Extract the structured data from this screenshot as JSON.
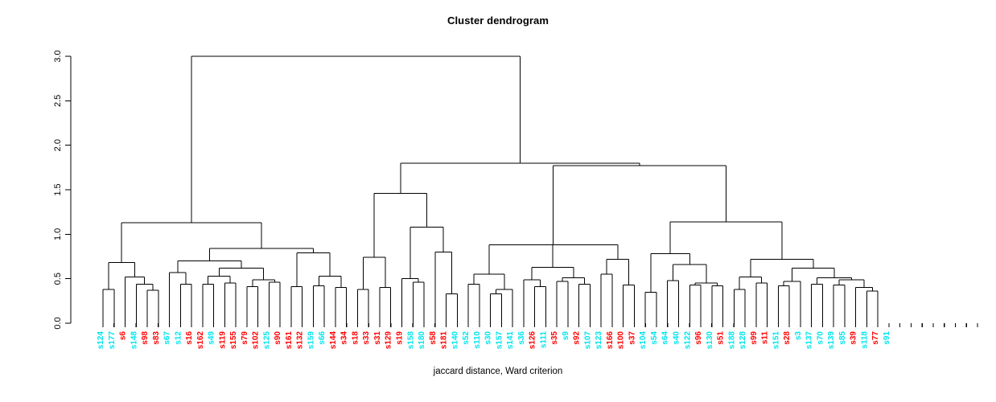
{
  "title": "Cluster dendrogram",
  "xlabel": "jaccard distance, Ward criterion",
  "colors": {
    "cluster_a": "#00e5ee",
    "cluster_b": "#ff0000",
    "line": "#000000",
    "axis": "#000000"
  },
  "chart_data": {
    "type": "dendrogram",
    "title": "Cluster dendrogram",
    "xlabel": "jaccard distance, Ward criterion",
    "ylabel": "",
    "ylim": [
      0.0,
      3.0
    ],
    "yticks": [
      "0.0",
      "0.5",
      "1.0",
      "1.5",
      "2.0",
      "2.5",
      "3.0"
    ],
    "ytick_values": [
      0.0,
      0.5,
      1.0,
      1.5,
      2.0,
      2.5,
      3.0
    ],
    "grid": false,
    "legend": "none",
    "n_leaves": 80,
    "leaf_labels": [
      "s124",
      "s177",
      "s6",
      "s148",
      "s98",
      "s83",
      "s67",
      "s12",
      "s16",
      "s162",
      "s49",
      "s119",
      "s155",
      "s79",
      "s102",
      "s125",
      "s90",
      "s161",
      "s132",
      "s159",
      "s66",
      "s144",
      "s34",
      "s18",
      "s33",
      "s31",
      "s129",
      "s19",
      "s158",
      "s180",
      "s58",
      "s181",
      "s140",
      "s52",
      "s110",
      "s30",
      "s157",
      "s141",
      "s36",
      "s126",
      "s111",
      "s35",
      "s9",
      "s92",
      "s107",
      "s123",
      "s166",
      "s100",
      "s37",
      "s104",
      "s54",
      "s64",
      "s40",
      "s122",
      "s96",
      "s130",
      "s51",
      "s188",
      "s128",
      "s99",
      "s11",
      "s151",
      "s28",
      "s3",
      "s137",
      "s70",
      "s139",
      "s85",
      "s39",
      "s118",
      "s77",
      "s91"
    ],
    "leaf_colors": [
      "cyan",
      "cyan",
      "red",
      "cyan",
      "red",
      "red",
      "cyan",
      "cyan",
      "red",
      "red",
      "cyan",
      "red",
      "red",
      "red",
      "red",
      "cyan",
      "red",
      "red",
      "red",
      "cyan",
      "cyan",
      "red",
      "red",
      "red",
      "red",
      "red",
      "red",
      "red",
      "cyan",
      "cyan",
      "red",
      "red",
      "cyan",
      "cyan",
      "cyan",
      "cyan",
      "cyan",
      "cyan",
      "cyan",
      "red",
      "cyan",
      "red",
      "cyan",
      "red",
      "cyan",
      "cyan",
      "red",
      "red",
      "red",
      "cyan",
      "cyan",
      "cyan",
      "cyan",
      "cyan",
      "red",
      "cyan",
      "red",
      "cyan",
      "cyan",
      "red",
      "red",
      "cyan",
      "red",
      "cyan",
      "cyan",
      "cyan",
      "cyan",
      "cyan",
      "red",
      "cyan",
      "red",
      "cyan"
    ],
    "merge_heights": [
      3.0,
      1.8,
      1.77,
      1.46,
      1.14,
      1.13,
      1.08,
      1.02,
      0.89,
      0.88,
      0.84,
      0.8,
      0.79,
      0.74,
      0.72,
      0.7,
      0.68,
      0.66,
      0.63,
      0.62,
      0.58,
      0.56,
      0.55,
      0.54,
      0.53,
      0.52,
      0.51,
      0.5,
      0.49,
      0.48,
      0.47,
      0.46,
      0.45,
      0.44,
      0.43,
      0.42,
      0.41,
      0.4,
      0.38,
      0.36,
      0.35,
      0.34,
      0.33,
      0.32,
      0.3
    ],
    "root_height": 3.0,
    "description": "Hierarchical clustering dendrogram of 80 samples; two coloured leaf groups (cyan and red) mixed across branches."
  },
  "tree": {
    "h": 3.0,
    "c": [
      {
        "h": 1.13,
        "c": [
          {
            "h": 0.68,
            "c": [
              {
                "h": 0.38,
                "c": [
                  {
                    "leaf": 0
                  },
                  {
                    "leaf": 1
                  }
                ]
              },
              {
                "h": 0.52,
                "c": [
                  {
                    "leaf": 2
                  },
                  {
                    "h": 0.44,
                    "c": [
                      {
                        "leaf": 3
                      },
                      {
                        "h": 0.37,
                        "c": [
                          {
                            "leaf": 4
                          },
                          {
                            "leaf": 5
                          }
                        ]
                      }
                    ]
                  }
                ]
              }
            ]
          },
          {
            "h": 0.84,
            "c": [
              {
                "h": 0.7,
                "c": [
                  {
                    "h": 0.57,
                    "c": [
                      {
                        "leaf": 6
                      },
                      {
                        "h": 0.44,
                        "c": [
                          {
                            "leaf": 7
                          },
                          {
                            "leaf": 8
                          }
                        ]
                      }
                    ]
                  },
                  {
                    "h": 0.62,
                    "c": [
                      {
                        "h": 0.53,
                        "c": [
                          {
                            "h": 0.44,
                            "c": [
                              {
                                "leaf": 9
                              },
                              {
                                "leaf": 10
                              }
                            ]
                          },
                          {
                            "h": 0.45,
                            "c": [
                              {
                                "leaf": 11
                              },
                              {
                                "leaf": 12
                              }
                            ]
                          }
                        ]
                      },
                      {
                        "h": 0.49,
                        "c": [
                          {
                            "h": 0.41,
                            "c": [
                              {
                                "leaf": 13
                              },
                              {
                                "leaf": 14
                              }
                            ]
                          },
                          {
                            "h": 0.46,
                            "c": [
                              {
                                "leaf": 15
                              },
                              {
                                "leaf": 16
                              }
                            ]
                          }
                        ]
                      }
                    ]
                  }
                ]
              },
              {
                "h": 0.79,
                "c": [
                  {
                    "h": 0.41,
                    "c": [
                      {
                        "leaf": 17
                      },
                      {
                        "leaf": 18
                      }
                    ]
                  },
                  {
                    "h": 0.53,
                    "c": [
                      {
                        "h": 0.42,
                        "c": [
                          {
                            "leaf": 19
                          },
                          {
                            "leaf": 20
                          }
                        ]
                      },
                      {
                        "h": 0.4,
                        "c": [
                          {
                            "leaf": 21
                          },
                          {
                            "leaf": 22
                          }
                        ]
                      }
                    ]
                  }
                ]
              }
            ]
          }
        ]
      },
      {
        "h": 1.8,
        "c": [
          {
            "h": 1.46,
            "c": [
              {
                "h": 0.74,
                "c": [
                  {
                    "h": 0.38,
                    "c": [
                      {
                        "leaf": 23
                      },
                      {
                        "leaf": 24
                      }
                    ]
                  },
                  {
                    "h": 0.4,
                    "c": [
                      {
                        "leaf": 25
                      },
                      {
                        "leaf": 26
                      }
                    ]
                  }
                ]
              },
              {
                "h": 1.08,
                "c": [
                  {
                    "h": 0.5,
                    "c": [
                      {
                        "leaf": 27
                      },
                      {
                        "h": 0.46,
                        "c": [
                          {
                            "leaf": 28
                          },
                          {
                            "leaf": 29
                          }
                        ]
                      }
                    ]
                  },
                  {
                    "h": 0.8,
                    "c": [
                      {
                        "leaf": 30
                      },
                      {
                        "h": 0.33,
                        "c": [
                          {
                            "leaf": 31
                          },
                          {
                            "leaf": 32
                          }
                        ]
                      }
                    ]
                  }
                ]
              }
            ]
          },
          {
            "h": 1.77,
            "c": [
              {
                "h": 0.88,
                "c": [
                  {
                    "h": 0.55,
                    "c": [
                      {
                        "h": 0.44,
                        "c": [
                          {
                            "leaf": 33
                          },
                          {
                            "leaf": 34
                          }
                        ]
                      },
                      {
                        "h": 0.38,
                        "c": [
                          {
                            "h": 0.33,
                            "c": [
                              {
                                "leaf": 35
                              },
                              {
                                "leaf": 36
                              }
                            ]
                          },
                          {
                            "leaf": 37
                          }
                        ]
                      }
                    ]
                  },
                  {
                    "h": 0.63,
                    "c": [
                      {
                        "h": 0.49,
                        "c": [
                          {
                            "leaf": 38
                          },
                          {
                            "h": 0.41,
                            "c": [
                              {
                                "leaf": 39
                              },
                              {
                                "leaf": 40
                              }
                            ]
                          }
                        ]
                      },
                      {
                        "h": 0.51,
                        "c": [
                          {
                            "h": 0.47,
                            "c": [
                              {
                                "leaf": 41
                              },
                              {
                                "leaf": 42
                              }
                            ]
                          },
                          {
                            "h": 0.44,
                            "c": [
                              {
                                "leaf": 43
                              },
                              {
                                "leaf": 44
                              }
                            ]
                          }
                        ]
                      }
                    ]
                  },
                  {
                    "h": 0.72,
                    "c": [
                      {
                        "h": 0.55,
                        "c": [
                          {
                            "leaf": 45
                          },
                          {
                            "leaf": 46
                          }
                        ]
                      },
                      {
                        "h": 0.43,
                        "c": [
                          {
                            "leaf": 47
                          },
                          {
                            "leaf": 48
                          }
                        ]
                      }
                    ]
                  }
                ]
              },
              {
                "h": 1.14,
                "c": [
                  {
                    "h": 0.78,
                    "c": [
                      {
                        "h": 0.35,
                        "c": [
                          {
                            "leaf": 49
                          },
                          {
                            "leaf": 50
                          }
                        ]
                      },
                      {
                        "h": 0.66,
                        "c": [
                          {
                            "h": 0.48,
                            "c": [
                              {
                                "leaf": 51
                              },
                              {
                                "leaf": 52
                              }
                            ]
                          },
                          {
                            "h": 0.45,
                            "c": [
                              {
                                "h": 0.43,
                                "c": [
                                  {
                                    "leaf": 53
                                  },
                                  {
                                    "leaf": 54
                                  }
                                ]
                              },
                              {
                                "h": 0.42,
                                "c": [
                                  {
                                    "leaf": 55
                                  },
                                  {
                                    "leaf": 56
                                  }
                                ]
                              }
                            ]
                          }
                        ]
                      }
                    ]
                  },
                  {
                    "h": 0.72,
                    "c": [
                      {
                        "h": 0.52,
                        "c": [
                          {
                            "h": 0.38,
                            "c": [
                              {
                                "leaf": 57
                              },
                              {
                                "leaf": 58
                              }
                            ]
                          },
                          {
                            "h": 0.45,
                            "c": [
                              {
                                "leaf": 59
                              },
                              {
                                "leaf": 60
                              }
                            ]
                          }
                        ]
                      },
                      {
                        "h": 0.62,
                        "c": [
                          {
                            "h": 0.47,
                            "c": [
                              {
                                "h": 0.42,
                                "c": [
                                  {
                                    "leaf": 61
                                  },
                                  {
                                    "leaf": 62
                                  }
                                ]
                              },
                              {
                                "leaf": 63
                              }
                            ]
                          },
                          {
                            "h": 0.51,
                            "c": [
                              {
                                "h": 0.44,
                                "c": [
                                  {
                                    "leaf": 64
                                  },
                                  {
                                    "leaf": 65
                                  }
                                ]
                              },
                              {
                                "h": 0.49,
                                "c": [
                                  {
                                    "h": 0.43,
                                    "c": [
                                      {
                                        "leaf": 66
                                      },
                                      {
                                        "leaf": 67
                                      }
                                    ]
                                  },
                                  {
                                    "h": 0.4,
                                    "c": [
                                      {
                                        "leaf": 68
                                      },
                                      {
                                        "h": 0.36,
                                        "c": [
                                          {
                                            "leaf": 69
                                          },
                                          {
                                            "leaf": 70
                                          }
                                        ]
                                      }
                                    ]
                                  }
                                ]
                              }
                            ]
                          }
                        ]
                      }
                    ]
                  }
                ]
              }
            ]
          }
        ]
      }
    ]
  }
}
